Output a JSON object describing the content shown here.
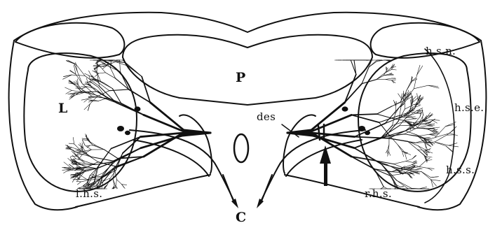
{
  "labels": {
    "protocerebrum": "P",
    "lobe": "L",
    "commissure": "C",
    "descending": "des",
    "left_hemisphere": "l.h.s.",
    "right_hemisphere": "r.h.s.",
    "hsn": "h.s.n.",
    "hse": "h.s.e.",
    "hss": "h.s.s."
  },
  "colors": {
    "ink": "#111111",
    "paper": "#ffffff"
  },
  "icons": {
    "indicator": "arrow-up-icon"
  }
}
